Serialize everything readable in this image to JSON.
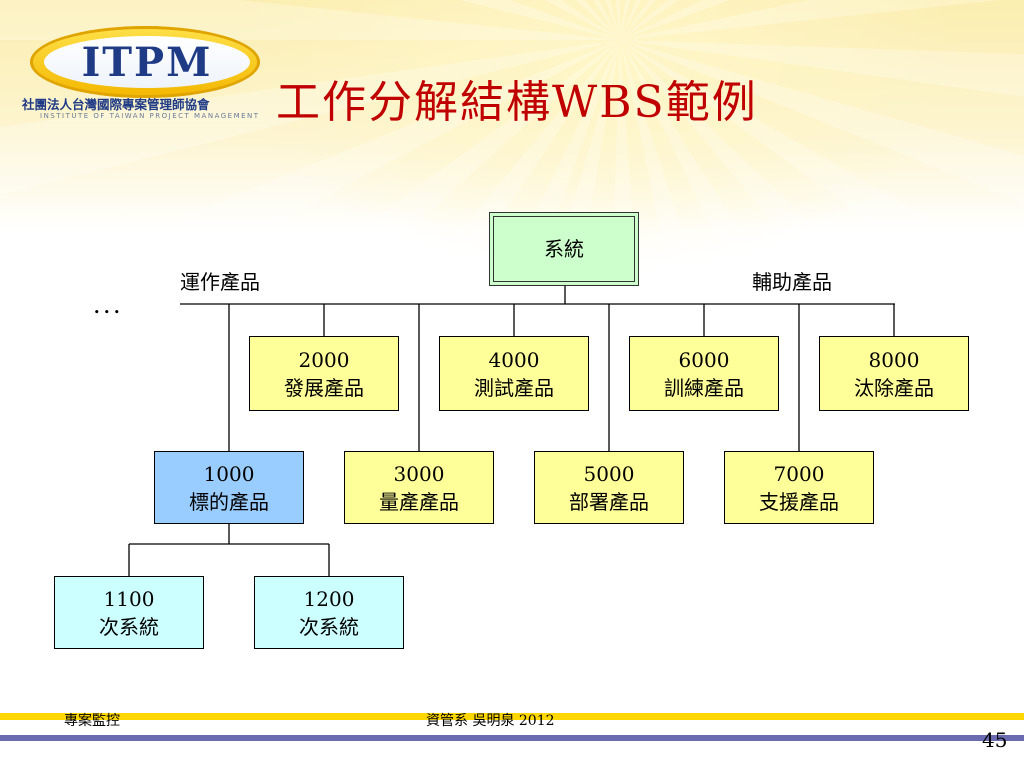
{
  "logo": {
    "text": "ITPM",
    "subtitle": "社團法人台灣國際專案管理師協會",
    "subtitle_en": "INSTITUTE OF TAIWAN PROJECT MANAGEMENT"
  },
  "title": "工作分解結構WBS範例",
  "labels": {
    "left": "運作產品",
    "right": "輔助產品",
    "ellipsis": "．．．"
  },
  "nodes": {
    "root": {
      "label": "系統"
    },
    "n2000": {
      "code": "2000",
      "label": "發展產品"
    },
    "n4000": {
      "code": "4000",
      "label": "測試產品"
    },
    "n6000": {
      "code": "6000",
      "label": "訓練產品"
    },
    "n8000": {
      "code": "8000",
      "label": "汰除產品"
    },
    "n1000": {
      "code": "1000",
      "label": "標的產品"
    },
    "n3000": {
      "code": "3000",
      "label": "量產產品"
    },
    "n5000": {
      "code": "5000",
      "label": "部署產品"
    },
    "n7000": {
      "code": "7000",
      "label": "支援產品"
    },
    "n1100": {
      "code": "1100",
      "label": "次系統"
    },
    "n1200": {
      "code": "1200",
      "label": "次系統"
    }
  },
  "footer": {
    "left": "專案監控",
    "center": "資管系  吳明泉 2012",
    "page": "45"
  },
  "colors": {
    "title": "#c00000",
    "root_fill": "#ccffcc",
    "level1_fill": "#ffff99",
    "highlight_fill": "#99ccff",
    "sub_fill": "#ccffff"
  }
}
